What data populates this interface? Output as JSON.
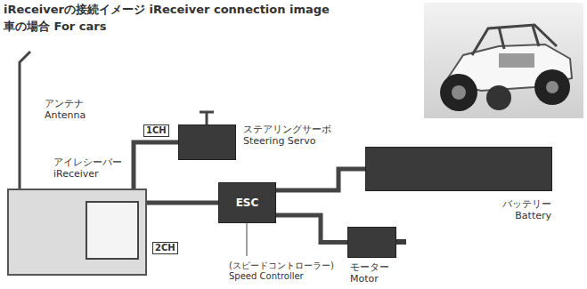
{
  "diagram": {
    "title": "iReceiverの接続イメージ iReceiver connection image",
    "nodes": [
      {
        "text": [
          "アイレシーバー iReceiver"
        ]
      },
      {
        "text": [
          "ステアリングサーボ Steering Servo"
        ]
      },
      {
        "text": [
          "ESC",
          "(スピードコントローラー) Speed Controller"
        ]
      },
      {
        "text": [
          "バッテリー Battery"
        ]
      },
      {
        "text": [
          "モーター Motor"
        ]
      }
    ],
    "edges": [
      {
        "from": 0,
        "to": 1,
        "arrow": "none",
        "label": "1CH"
      },
      {
        "from": 0,
        "to": 2,
        "arrow": "none",
        "label": "2CH"
      },
      {
        "from": 2,
        "to": 3,
        "arrow": "none"
      },
      {
        "from": 2,
        "to": 4,
        "arrow": "none"
      }
    ],
    "labels": [
      "車の場合 For cars",
      "アンテナ Antenna"
    ]
  }
}
